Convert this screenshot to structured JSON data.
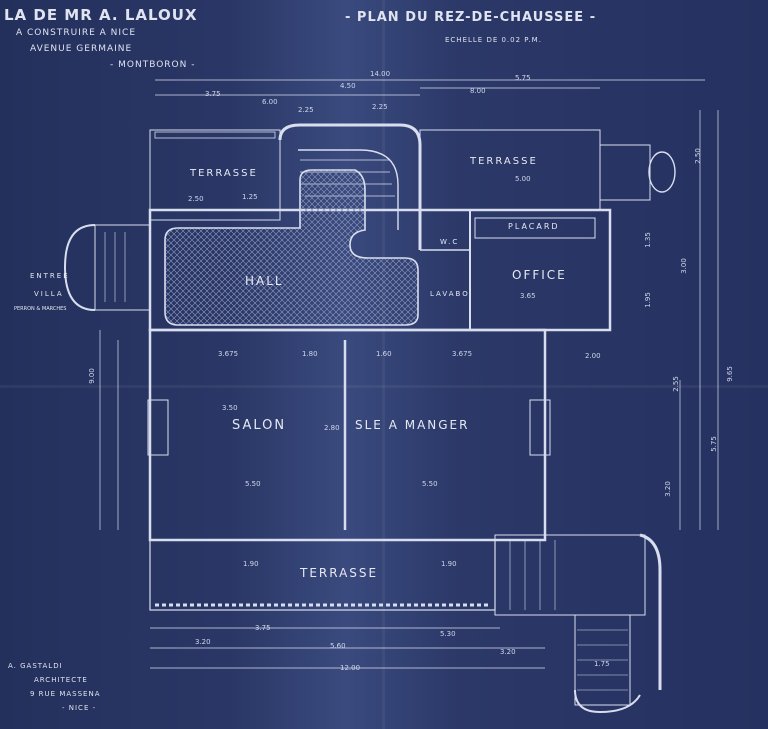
{
  "header_left": {
    "line1": "La de Mr A. Laloux",
    "line2": "A construire a Nice",
    "line3": "Avenue Germaine",
    "line4": "- Montboron -"
  },
  "header_right": {
    "title": "- Plan du Rez-de-Chaussee -",
    "scale": "Echelle de 0.02 p.m."
  },
  "footer_left": {
    "line1": "A. Gastaldi",
    "line2": "Architecte",
    "line3": "9 Rue Massena",
    "line4": "- Nice -"
  },
  "rooms": {
    "terrasse_nw": "Terrasse",
    "terrasse_ne": "Terrasse",
    "hall": "Hall",
    "wc": "W.C",
    "placard": "Placard",
    "office": "Office",
    "lavabo": "Lavabo",
    "salon": "Salon",
    "salle_a_manger": "Sle a Manger",
    "terrasse_s": "Terrasse",
    "entree": "Entree",
    "villa": "Villa",
    "perron": "Perron & marches"
  },
  "dimensions": {
    "overall_top": "14.00",
    "d_4_50": "4.50",
    "d_5_75": "5.75",
    "d_3_75": "3.75",
    "d_6_00": "6.00",
    "d_8_00": "8.00",
    "d_2_25a": "2.25",
    "d_2_25b": "2.25",
    "d_2_50": "2.50",
    "d_1_25": "1.25",
    "d_5_00": "5.00",
    "d_3_675a": "3.675",
    "d_1_80": "1.80",
    "d_1_60": "1.60",
    "d_3_675b": "3.675",
    "d_2_00": "2.00",
    "d_3_65": "3.65",
    "d_5_50a": "5.50",
    "d_5_50b": "5.50",
    "d_3_50": "3.50",
    "d_2_80": "2.80",
    "d_1_90a": "1.90",
    "d_1_90b": "1.90",
    "d_3_20a": "3.20",
    "d_5_60": "5.60",
    "d_3_20b": "3.20",
    "d_12_00": "12.00",
    "d_5_30": "5.30",
    "d_3_75b": "3.75",
    "d_1_75": "1.75",
    "d_9_00": "9.00",
    "d_9_65": "9.65",
    "d_5_75v": "5.75",
    "d_2_55": "2.55",
    "d_3_20v": "3.20",
    "d_1_95": "1.95",
    "d_1_35": "1.35",
    "d_2_50v": "2.50",
    "d_3_00": "3.00"
  },
  "colors": {
    "paper": "#26325f",
    "line": "#d9deef",
    "hatch": "#8f9ac0"
  }
}
